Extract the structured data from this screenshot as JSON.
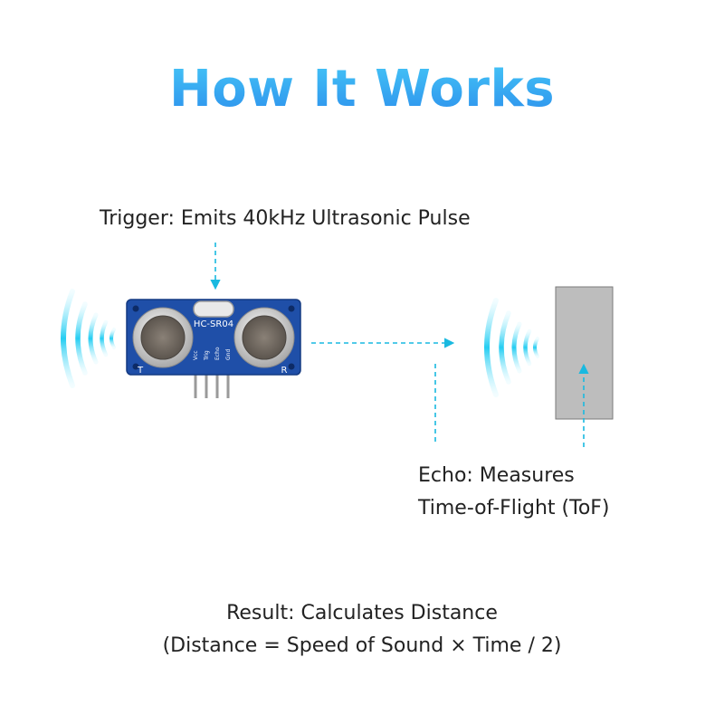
{
  "title": "How It Works",
  "trigger": {
    "text": "Trigger: Emits 40kHz Ultrasonic Pulse"
  },
  "echo": {
    "line1": "Echo: Measures",
    "line2": "Time-of-Flight (ToF)"
  },
  "result": {
    "line1": "Result: Calculates Distance",
    "line2": "(Distance = Speed of Sound × Time / 2)"
  },
  "sensor": {
    "model_label": "HC-SR04",
    "transmitter_label": "T",
    "receiver_label": "R",
    "pin_labels": [
      "Vcc",
      "Trig",
      "Echo",
      "Gnd"
    ]
  },
  "colors": {
    "accent": "#2bd0f0",
    "arrow": "#19b9e0",
    "pcb": "#1f4fa8",
    "obstacle": "#bdbdbd"
  }
}
